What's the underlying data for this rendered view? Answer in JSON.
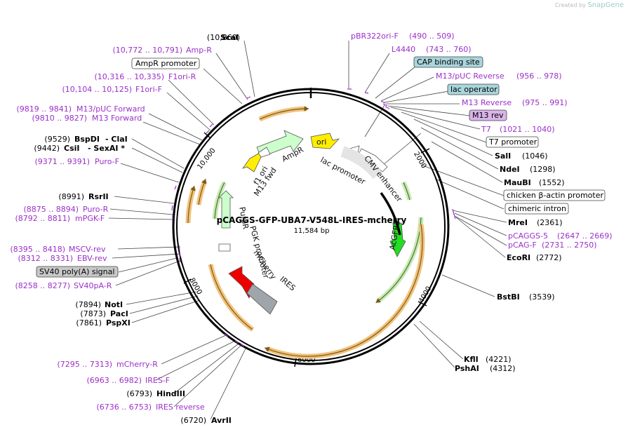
{
  "credit": {
    "prefix": "Created by",
    "brand": "SnapGene"
  },
  "plasmid": {
    "name": "pCAGGS-GFP-UBA7-V548L-IRES-mcherry",
    "size": "11,584 bp"
  },
  "ticks": [
    "2000",
    "4000",
    "6000",
    "8000",
    "10,000"
  ],
  "sites": [
    {
      "pos": "(10,860)",
      "name": "ScaI"
    },
    {
      "pos": "(9529)",
      "name": "BspDI",
      "extra": "- ClaI"
    },
    {
      "pos": "(9442)",
      "name": "CsiI",
      "extra": "- SexAI *"
    },
    {
      "pos": "(8991)",
      "name": "RsrII"
    },
    {
      "pos": "(7894)",
      "name": "NotI"
    },
    {
      "pos": "(7873)",
      "name": "PacI"
    },
    {
      "pos": "(7861)",
      "name": "PspXI"
    },
    {
      "pos": "(6793)",
      "name": "HindIII"
    },
    {
      "pos": "(6720)",
      "name": "AvrII"
    },
    {
      "pos": "(1046)",
      "name": "SalI"
    },
    {
      "pos": "(1298)",
      "name": "NdeI"
    },
    {
      "pos": "(1552)",
      "name": "MauBI"
    },
    {
      "pos": "(2361)",
      "name": "MreI"
    },
    {
      "pos": "(2772)",
      "name": "EcoRI"
    },
    {
      "pos": "(3539)",
      "name": "BstBI"
    },
    {
      "pos": "(4221)",
      "name": "KflI"
    },
    {
      "pos": "(4312)",
      "name": "PshAI"
    }
  ],
  "primers": [
    {
      "range": "(10,772 .. 10,791)",
      "name": "Amp-R"
    },
    {
      "range": "(10,316 .. 10,335)",
      "name": "F1ori-R"
    },
    {
      "range": "(10,104 .. 10,125)",
      "name": "F1ori-F"
    },
    {
      "range": "(9819 .. 9841)",
      "name": "M13/pUC Forward"
    },
    {
      "range": "(9810 .. 9827)",
      "name": "M13 Forward"
    },
    {
      "range": "(9371 .. 9391)",
      "name": "Puro-F"
    },
    {
      "range": "(8875 .. 8894)",
      "name": "Puro-R"
    },
    {
      "range": "(8792 .. 8811)",
      "name": "mPGK-F"
    },
    {
      "range": "(8395 .. 8418)",
      "name": "MSCV-rev"
    },
    {
      "range": "(8312 .. 8331)",
      "name": "EBV-rev"
    },
    {
      "range": "(8258 .. 8277)",
      "name": "SV40pA-R"
    },
    {
      "range": "(7295 .. 7313)",
      "name": "mCherry-R"
    },
    {
      "range": "(6963 .. 6982)",
      "name": "IRES-F"
    },
    {
      "range": "(6736 .. 6753)",
      "name": "IRES reverse"
    },
    {
      "name": "pBR322ori-F",
      "range": "(490 .. 509)"
    },
    {
      "name": "L4440",
      "range": "(743 .. 760)"
    },
    {
      "name": "M13/pUC Reverse",
      "range": "(956 .. 978)"
    },
    {
      "name": "M13 Reverse",
      "range": "(975 .. 991)"
    },
    {
      "name": "T7",
      "range": "(1021 .. 1040)"
    },
    {
      "name": "pCAGGS-5",
      "range": "(2647 .. 2669)"
    },
    {
      "name": "pCAG-F",
      "range": "(2731 .. 2750)"
    }
  ],
  "boxes": [
    {
      "label": "AmpR promoter",
      "fill": "#ffffff"
    },
    {
      "label": "SV40 poly(A) signal",
      "fill": "#c8c8c8"
    },
    {
      "label": "CAP binding site",
      "fill": "#a9d5dc"
    },
    {
      "label": "lac operator",
      "fill": "#a9d5dc"
    },
    {
      "label": "M13 rev",
      "fill": "#d9b3ea"
    },
    {
      "label": "T7 promoter",
      "fill": "#ffffff"
    },
    {
      "label": "chicken β-actin promoter",
      "fill": "#ffffff"
    },
    {
      "label": "chimeric intron",
      "fill": "#ffffff"
    }
  ],
  "features": [
    {
      "label": "ori",
      "color": "#ffee00"
    },
    {
      "label": "AmpR",
      "color": "#ccffcc"
    },
    {
      "label": "f1 ori",
      "color": "#ffee00"
    },
    {
      "label": "M13 fwd",
      "color": "#ffffff"
    },
    {
      "label": "lac promoter",
      "color": "#ffffff"
    },
    {
      "label": "CMV enhancer",
      "color": "#ffffff"
    },
    {
      "label": "AcGFP1",
      "color": "#22dd22"
    },
    {
      "label": "PuroR",
      "color": "#ccffcc"
    },
    {
      "label": "PGK promoter",
      "color": "#ffffff"
    },
    {
      "label": "mCherry",
      "color": "#ee0000"
    },
    {
      "label": "IRES",
      "color": "#a0a4ab"
    }
  ],
  "colors": {
    "primer": "#9b2fc9",
    "orf_arc": "#f2c27a",
    "orf_arrow": "#7a5a1a",
    "green_arc": "#cce8b5"
  }
}
